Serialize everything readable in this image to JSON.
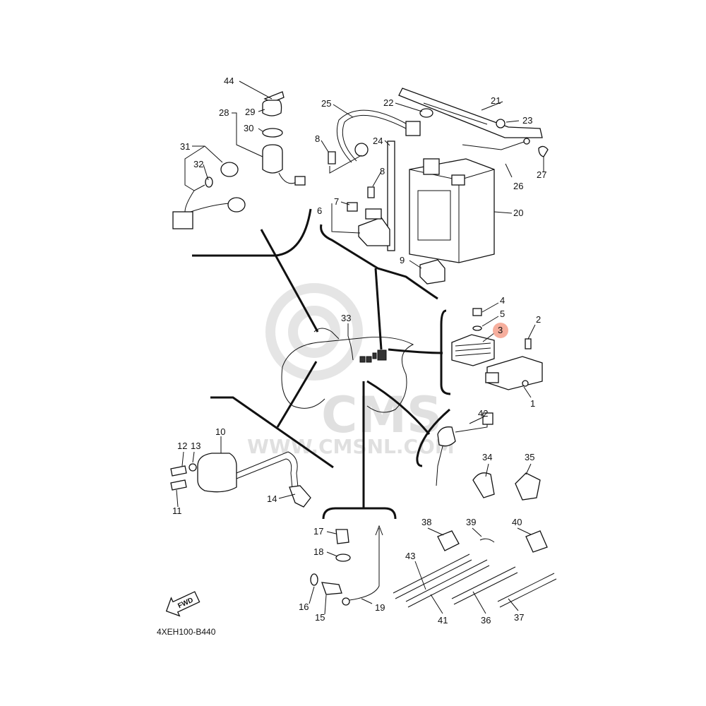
{
  "labels": {
    "p1": "1",
    "p2": "2",
    "p3": "3",
    "p4": "4",
    "p5": "5",
    "p6": "6",
    "p7": "7",
    "p8a": "8",
    "p8b": "8",
    "p9": "9",
    "p10": "10",
    "p11": "11",
    "p12": "12",
    "p13": "13",
    "p14": "14",
    "p15": "15",
    "p16": "16",
    "p17": "17",
    "p18": "18",
    "p19": "19",
    "p20": "20",
    "p21": "21",
    "p22": "22",
    "p23": "23",
    "p24": "24",
    "p25": "25",
    "p26": "26",
    "p27": "27",
    "p28": "28",
    "p29": "29",
    "p30": "30",
    "p31": "31",
    "p32": "32",
    "p33": "33",
    "p34": "34",
    "p35": "35",
    "p36": "36",
    "p37": "37",
    "p38": "38",
    "p39": "39",
    "p40": "40",
    "p41": "41",
    "p42": "42",
    "p43": "43",
    "p44": "44"
  },
  "diagram_code": "4XEH100-B440",
  "fwd_label": "FWD",
  "watermark": {
    "logo": "CMS",
    "url": "WWW.CMSNL.COM"
  },
  "highlight_part": "3",
  "colors": {
    "highlight": "#f4a08c",
    "line": "#111111",
    "watermark": "#cfcfcf"
  }
}
